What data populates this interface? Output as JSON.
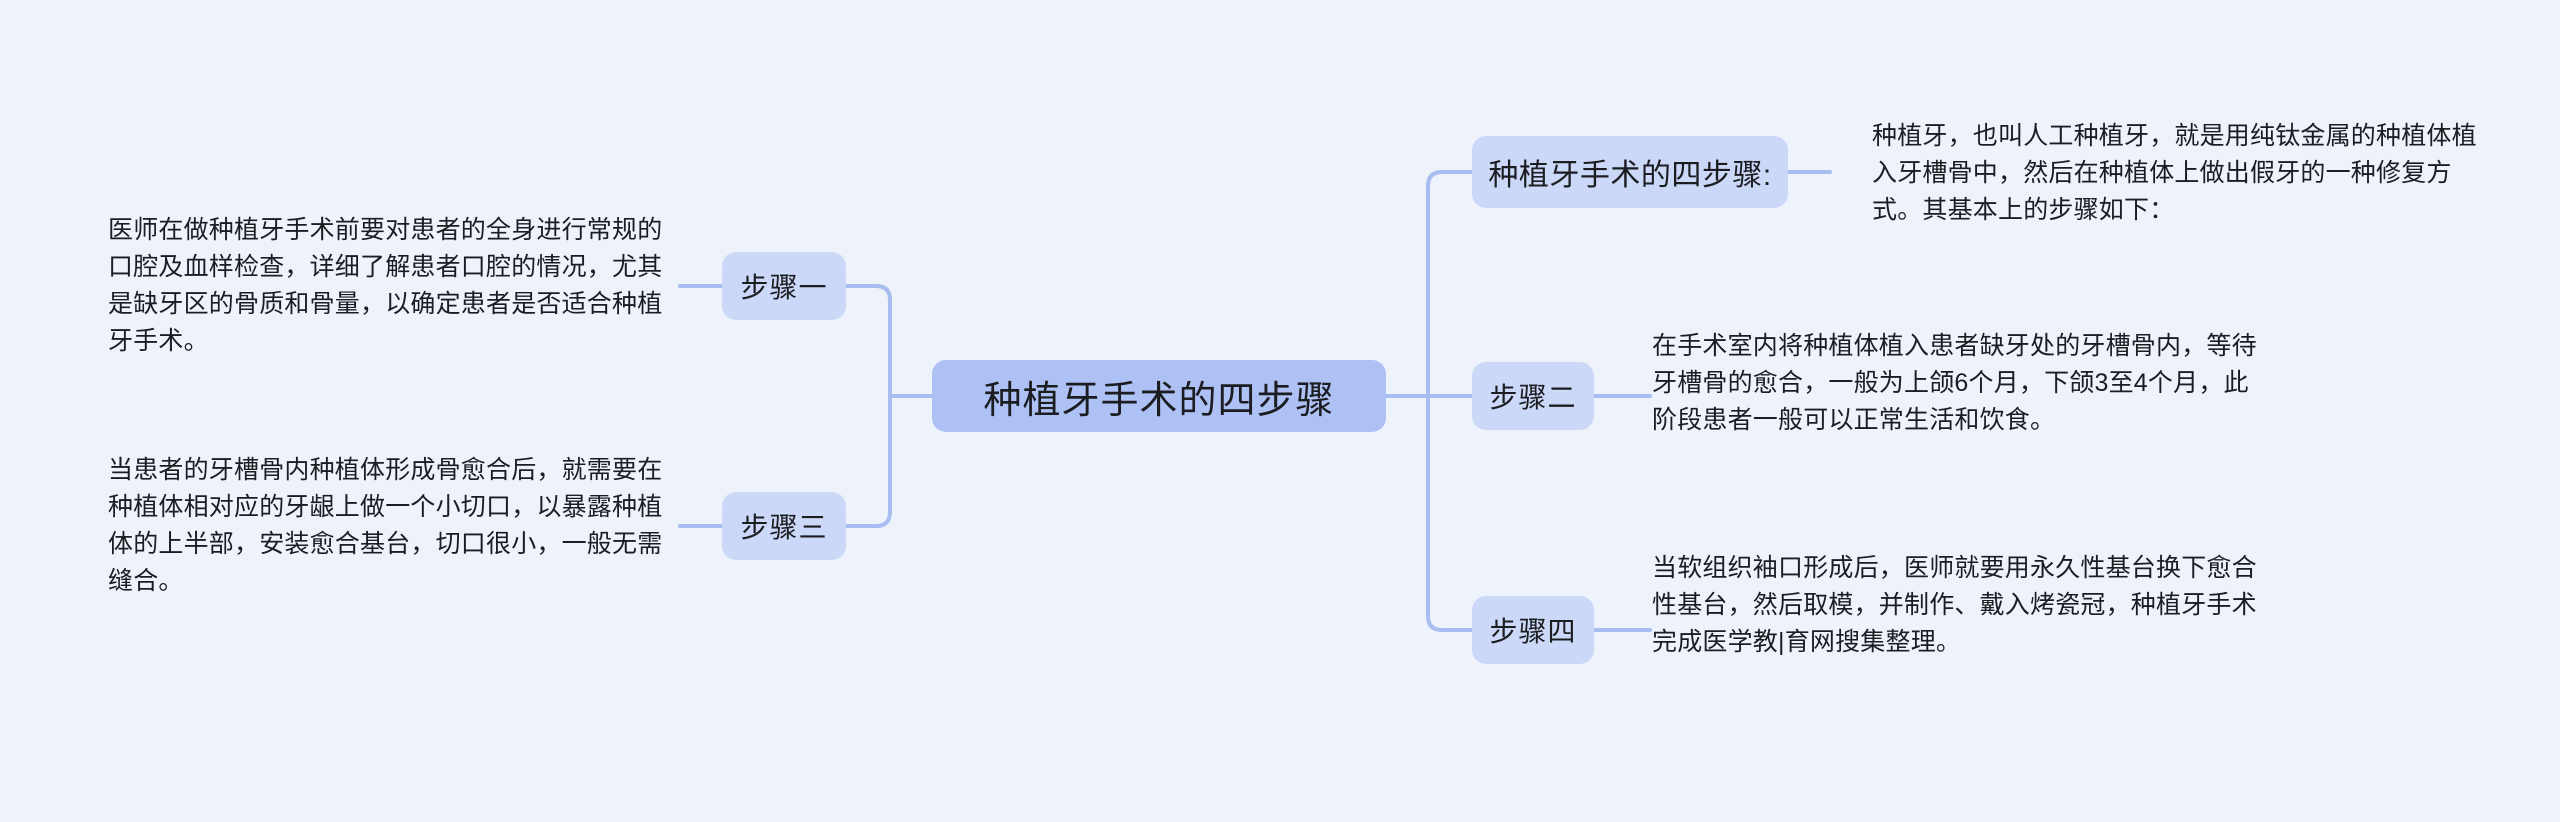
{
  "canvas": {
    "background": "#eef2fb",
    "node_fill_root": "#aec1f5",
    "node_fill_branch": "#ccd8f8",
    "connector_color": "#a9bef0",
    "text_color": "#1b1d21"
  },
  "root": {
    "label": "种植牙手术的四步骤"
  },
  "left_branches": [
    {
      "label": "步骤一",
      "detail": " 医师在做种植牙手术前要对患者的全身进行常规的口腔及血样检查，详细了解患者口腔的情况，尤其是缺牙区的骨质和骨量，以确定患者是否适合种植牙手术。"
    },
    {
      "label": "步骤三",
      "detail": "当患者的牙槽骨内种植体形成骨愈合后，就需要在种植体相对应的牙龈上做一个小切口，以暴露种植体的上半部，安装愈合基台，切口很小，一般无需缝合。"
    }
  ],
  "right_branches": [
    {
      "label": "种植牙手术的四步骤:",
      "detail": "种植牙，也叫人工种植牙，就是用纯钛金属的种植体植入牙槽骨中，然后在种植体上做出假牙的一种修复方式。其基本上的步骤如下："
    },
    {
      "label": "步骤二",
      "detail": "在手术室内将种植体植入患者缺牙处的牙槽骨内，等待牙槽骨的愈合，一般为上颌6个月，下颌3至4个月，此阶段患者一般可以正常生活和饮食。"
    },
    {
      "label": "步骤四",
      "detail": "当软组织袖口形成后，医师就要用永久性基台换下愈合性基台，然后取模，并制作、戴入烤瓷冠，种植牙手术完成医学教|育网搜集整理。"
    }
  ]
}
